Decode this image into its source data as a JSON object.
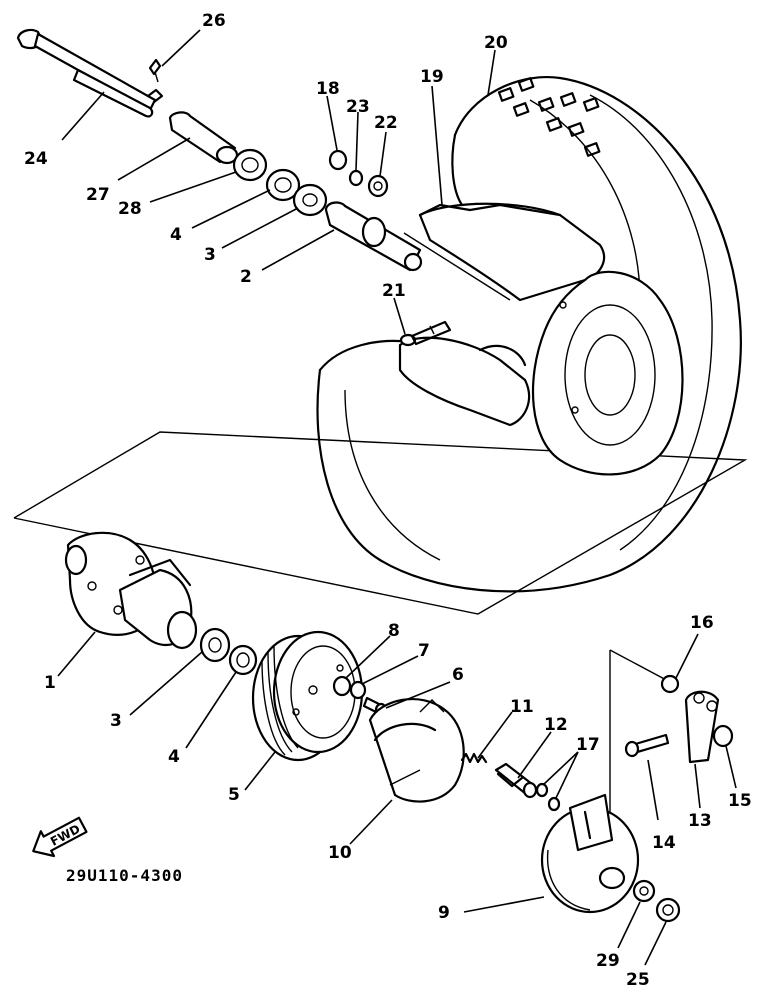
{
  "diagram": {
    "code": "29U110-4300",
    "fwd_label": "FWD",
    "parts": [
      {
        "id": "part-1",
        "number": "1"
      },
      {
        "id": "part-2",
        "number": "2"
      },
      {
        "id": "part-3a",
        "number": "3"
      },
      {
        "id": "part-3b",
        "number": "3"
      },
      {
        "id": "part-4a",
        "number": "4"
      },
      {
        "id": "part-4b",
        "number": "4"
      },
      {
        "id": "part-5",
        "number": "5"
      },
      {
        "id": "part-6",
        "number": "6"
      },
      {
        "id": "part-7",
        "number": "7"
      },
      {
        "id": "part-8",
        "number": "8"
      },
      {
        "id": "part-9",
        "number": "9"
      },
      {
        "id": "part-10",
        "number": "10"
      },
      {
        "id": "part-11",
        "number": "11"
      },
      {
        "id": "part-12",
        "number": "12"
      },
      {
        "id": "part-13",
        "number": "13"
      },
      {
        "id": "part-14",
        "number": "14"
      },
      {
        "id": "part-15",
        "number": "15"
      },
      {
        "id": "part-16",
        "number": "16"
      },
      {
        "id": "part-17",
        "number": "17"
      },
      {
        "id": "part-18",
        "number": "18"
      },
      {
        "id": "part-19",
        "number": "19"
      },
      {
        "id": "part-20",
        "number": "20"
      },
      {
        "id": "part-21",
        "number": "21"
      },
      {
        "id": "part-22",
        "number": "22"
      },
      {
        "id": "part-23",
        "number": "23"
      },
      {
        "id": "part-24",
        "number": "24"
      },
      {
        "id": "part-25",
        "number": "25"
      },
      {
        "id": "part-26",
        "number": "26"
      },
      {
        "id": "part-27",
        "number": "27"
      },
      {
        "id": "part-28",
        "number": "28"
      },
      {
        "id": "part-29",
        "number": "29"
      }
    ]
  }
}
